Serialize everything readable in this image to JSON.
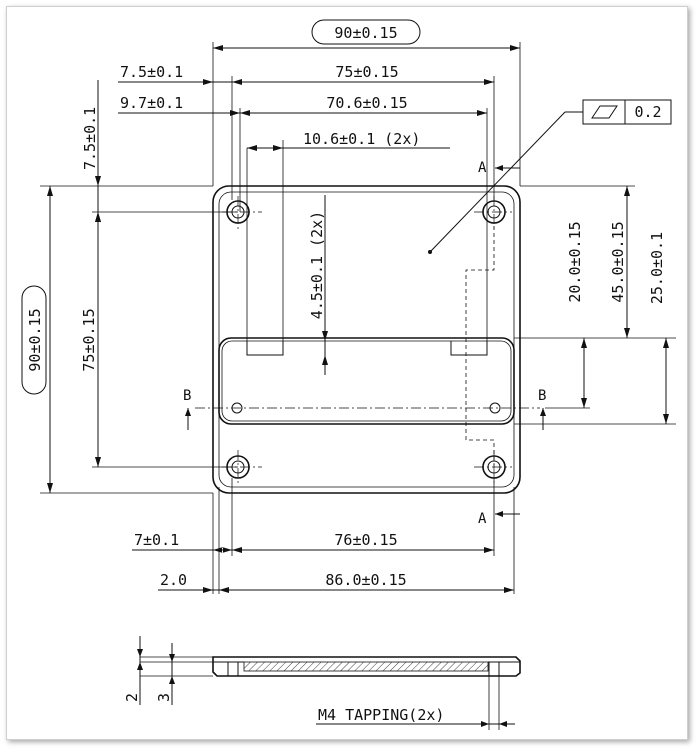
{
  "dimensions": {
    "overall_width": "90±0.15",
    "hole_span_top": "75±0.15",
    "hole_offset_x": "7.5±0.1",
    "slot_span": "70.6±0.15",
    "slot_offset": "9.7±0.1",
    "slot_width": "10.6±0.1 (2x)",
    "slot_depth": "4.5±0.1 (2x)",
    "hole_offset_y": "7.5±0.1",
    "overall_height": "90±0.15",
    "hole_span_vertical": "75±0.15",
    "dim_20": "20.0±0.15",
    "dim_45": "45.0±0.15",
    "dim_25": "25.0±0.1",
    "lower_hole_offset": "7±0.1",
    "lower_hole_span": "76±0.15",
    "wall": "2.0",
    "inner_width": "86.0±0.15",
    "side_t1": "2",
    "side_t2": "3",
    "tapping": "M4 TAPPING(2x)"
  },
  "flatness": {
    "value": "0.2",
    "symbol": "flatness-symbol"
  },
  "section_labels": {
    "a_top": "A",
    "a_bottom": "A",
    "b_left": "B",
    "b_right": "B"
  }
}
